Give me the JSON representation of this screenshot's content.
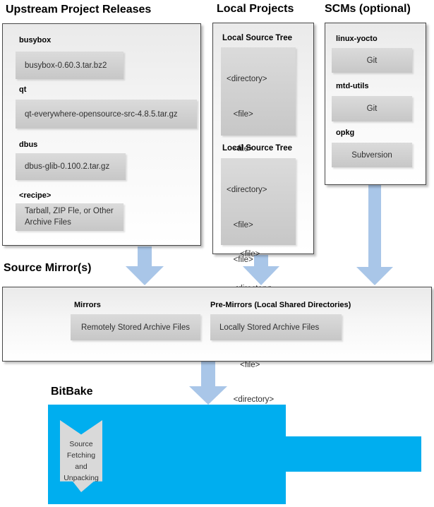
{
  "upstream": {
    "title": "Upstream Project Releases",
    "entries": [
      {
        "label": "busybox",
        "value": "busybox-0.60.3.tar.bz2"
      },
      {
        "label": "qt",
        "value": "qt-everywhere-opensource-src-4.8.5.tar.gz"
      },
      {
        "label": "dbus",
        "value": "dbus-glib-0.100.2.tar.gz"
      },
      {
        "label": "<recipe>",
        "value": "Tarball, ZIP Fle, or Other Archive Files"
      }
    ]
  },
  "local_projects": {
    "title": "Local Projects",
    "sections": [
      {
        "label": "Local Source Tree",
        "lines": [
          "<directory>",
          "   <file>",
          "   <file>",
          "   <directory>",
          "      <file>",
          "      <file>",
          "   <directory>"
        ]
      },
      {
        "label": "Local Source Tree",
        "lines": [
          "<directory>",
          "   <file>",
          "   <file>",
          "   <directory>",
          "      <file>",
          "      <file>",
          "   <directory>"
        ]
      }
    ]
  },
  "scms": {
    "title": "SCMs (optional)",
    "entries": [
      {
        "label": "linux-yocto",
        "value": "Git"
      },
      {
        "label": "mtd-utils",
        "value": "Git"
      },
      {
        "label": "opkg",
        "value": "Subversion"
      }
    ]
  },
  "source_mirrors": {
    "title": "Source Mirror(s)",
    "mirrors_label": "Mirrors",
    "mirrors_value": "Remotely Stored Archive Files",
    "premirrors_label": "Pre-Mirrors (Local Shared Directories)",
    "premirrors_value": "Locally Stored Archive Files"
  },
  "bitbake": {
    "title": "BitBake",
    "process_lines": [
      "Source",
      "Fetching and",
      "Unpacking"
    ]
  },
  "colors": {
    "bitbake_blue": "#00aeef",
    "arrow_blue": "#a9c6e8",
    "process_gray": "#d9d9d9"
  }
}
